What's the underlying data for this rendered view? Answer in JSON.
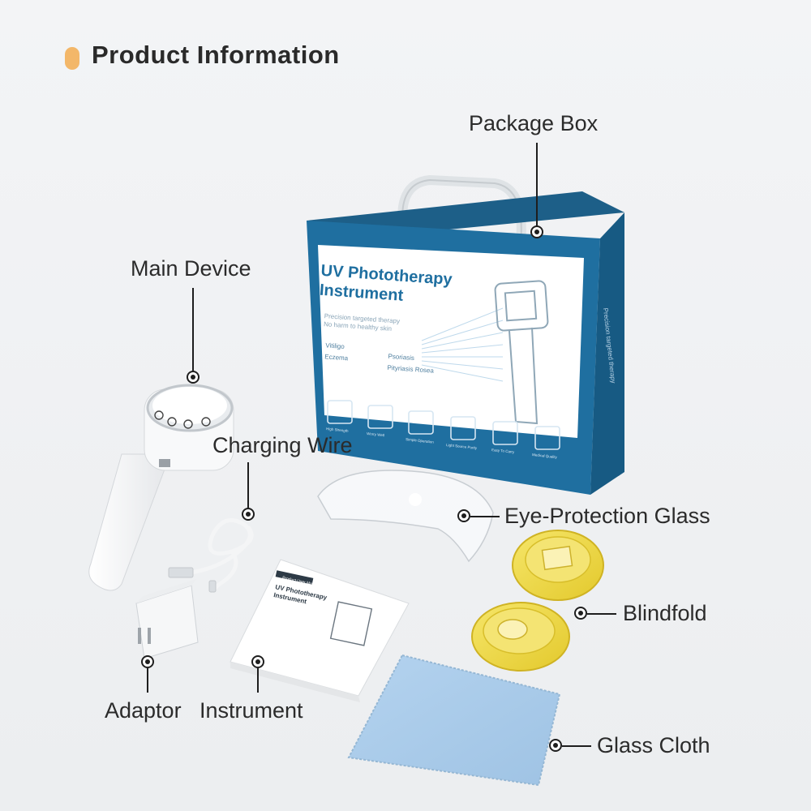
{
  "heading": {
    "title": "Product Information"
  },
  "box": {
    "title_line1": "UV Phototherapy",
    "title_line2": "Instrument",
    "tagline_line1": "Precision targeted therapy",
    "tagline_line2": "No harm to healthy skin",
    "conditions": [
      "Vitiligo",
      "Psoriasis",
      "Eczema",
      "Pityriasis Rosea"
    ],
    "features": [
      "High Strength",
      "Worry Well",
      "Simple Operation",
      "Light Source Purity",
      "Easy To Carry",
      "Medical Quality"
    ],
    "side_text": "Precision targeted therapy",
    "accent_color": "#1f6fa0"
  },
  "manual": {
    "header": "Product User Manual",
    "title_line1": "UV Phototherapy",
    "title_line2": "Instrument"
  },
  "callouts": {
    "package_box": "Package Box",
    "main_device": "Main Device",
    "charging_wire": "Charging Wire",
    "eye_protection": "Eye-Protection Glass",
    "blindfold": "Blindfold",
    "adaptor": "Adaptor",
    "instrument": "Instrument",
    "glass_cloth": "Glass Cloth"
  }
}
